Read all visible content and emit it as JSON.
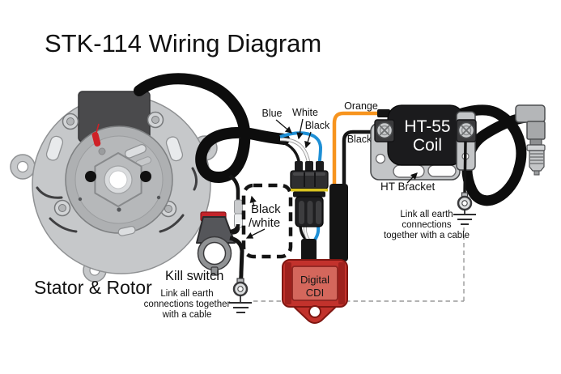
{
  "title": "STK-114 Wiring Diagram",
  "components": {
    "stator": {
      "label": "Stator & Rotor"
    },
    "kill_switch": {
      "label": "Kill switch"
    },
    "cdi": {
      "line1": "Digital",
      "line2": "CDI"
    },
    "coil": {
      "line1": "HT-55",
      "line2": "Coil",
      "bracket_label": "HT Bracket"
    }
  },
  "wire_labels": {
    "blue": "Blue",
    "white": "White",
    "black_stator": "Black",
    "orange": "Orange",
    "black_coil": "Black",
    "black_white_line1": "Black",
    "black_white_line2": "/white"
  },
  "notes": {
    "earth_left": {
      "line1": "Link all earth",
      "line2": "connections together",
      "line3": "with a cable"
    },
    "earth_right": {
      "line1": "Link all earth",
      "line2": "connections",
      "line3": "together with a cable"
    }
  },
  "colors": {
    "blue_wire": "#1E8FD5",
    "orange_wire": "#F7941E",
    "cdi_red": "#C2322C",
    "kill_switch_red": "#C4242A",
    "coil_black": "#1B1B1D",
    "wire_black": "#141414"
  }
}
